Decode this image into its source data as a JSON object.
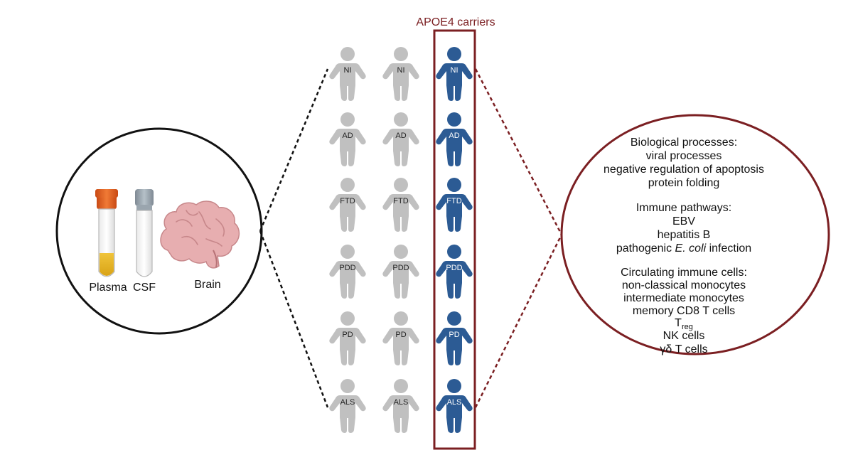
{
  "header": {
    "title": "APOE4 carriers"
  },
  "samples": {
    "plasma": "Plasma",
    "csf": "CSF",
    "brain": "Brain"
  },
  "groups": [
    "NI",
    "AD",
    "FTD",
    "PDD",
    "PD",
    "ALS"
  ],
  "findings": {
    "biological_heading": "Biological processes:",
    "biological_items": [
      "viral processes",
      "negative regulation of apoptosis",
      "protein folding"
    ],
    "immune_heading": "Immune pathways:",
    "immune_items": [
      "EBV",
      "hepatitis B"
    ],
    "ecoli_prefix": "pathogenic ",
    "ecoli_italic": "E. coli",
    "ecoli_suffix": " infection",
    "cells_heading": "Circulating immune cells:",
    "cells_items": [
      "non-classical monocytes",
      "intermediate monocytes",
      "memory CD8 T cells"
    ],
    "treg_main": "T",
    "treg_sub": "reg",
    "cells_items_after": [
      "NK cells",
      "γδ T cells"
    ]
  },
  "colors": {
    "carrier": "#2c5b94",
    "noncarrier": "#c0c0c0",
    "accent": "#7b1f22"
  }
}
